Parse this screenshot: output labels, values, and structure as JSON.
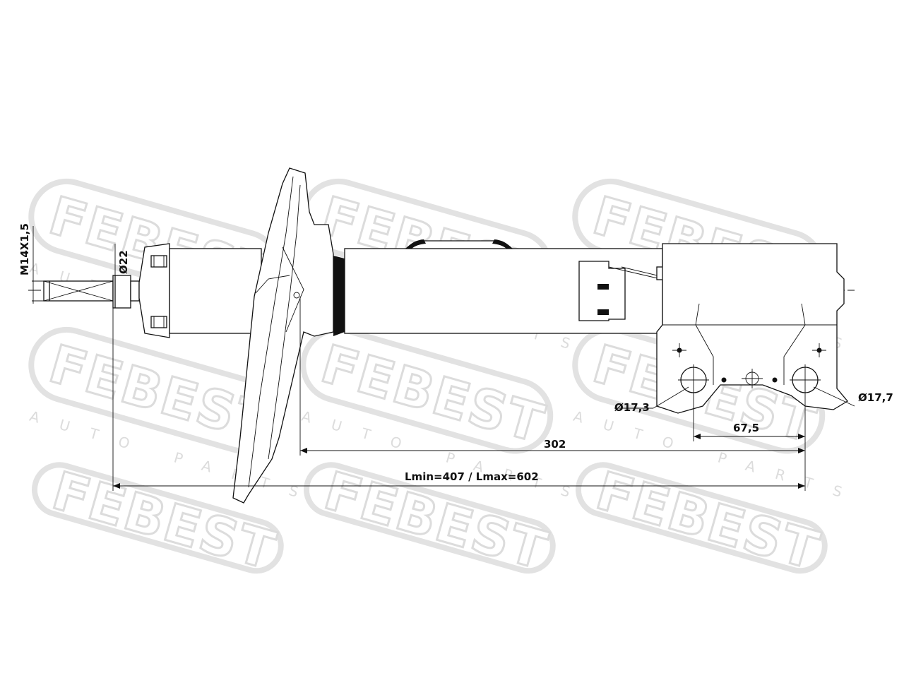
{
  "watermark": {
    "brand": "FEBEST",
    "tagline": "AUTO PARTS"
  },
  "dimensions": {
    "thread": "M14X1,5",
    "rod_diameter": "Ø22",
    "hole_left": "Ø17,3",
    "hole_right": "Ø17,7",
    "hole_spacing": "67,5",
    "body_length": "302",
    "length_range": "Lmin=407 / Lmax=602"
  },
  "colors": {
    "line": "#111111",
    "watermark": "#dcdcdc",
    "background": "#ffffff"
  }
}
